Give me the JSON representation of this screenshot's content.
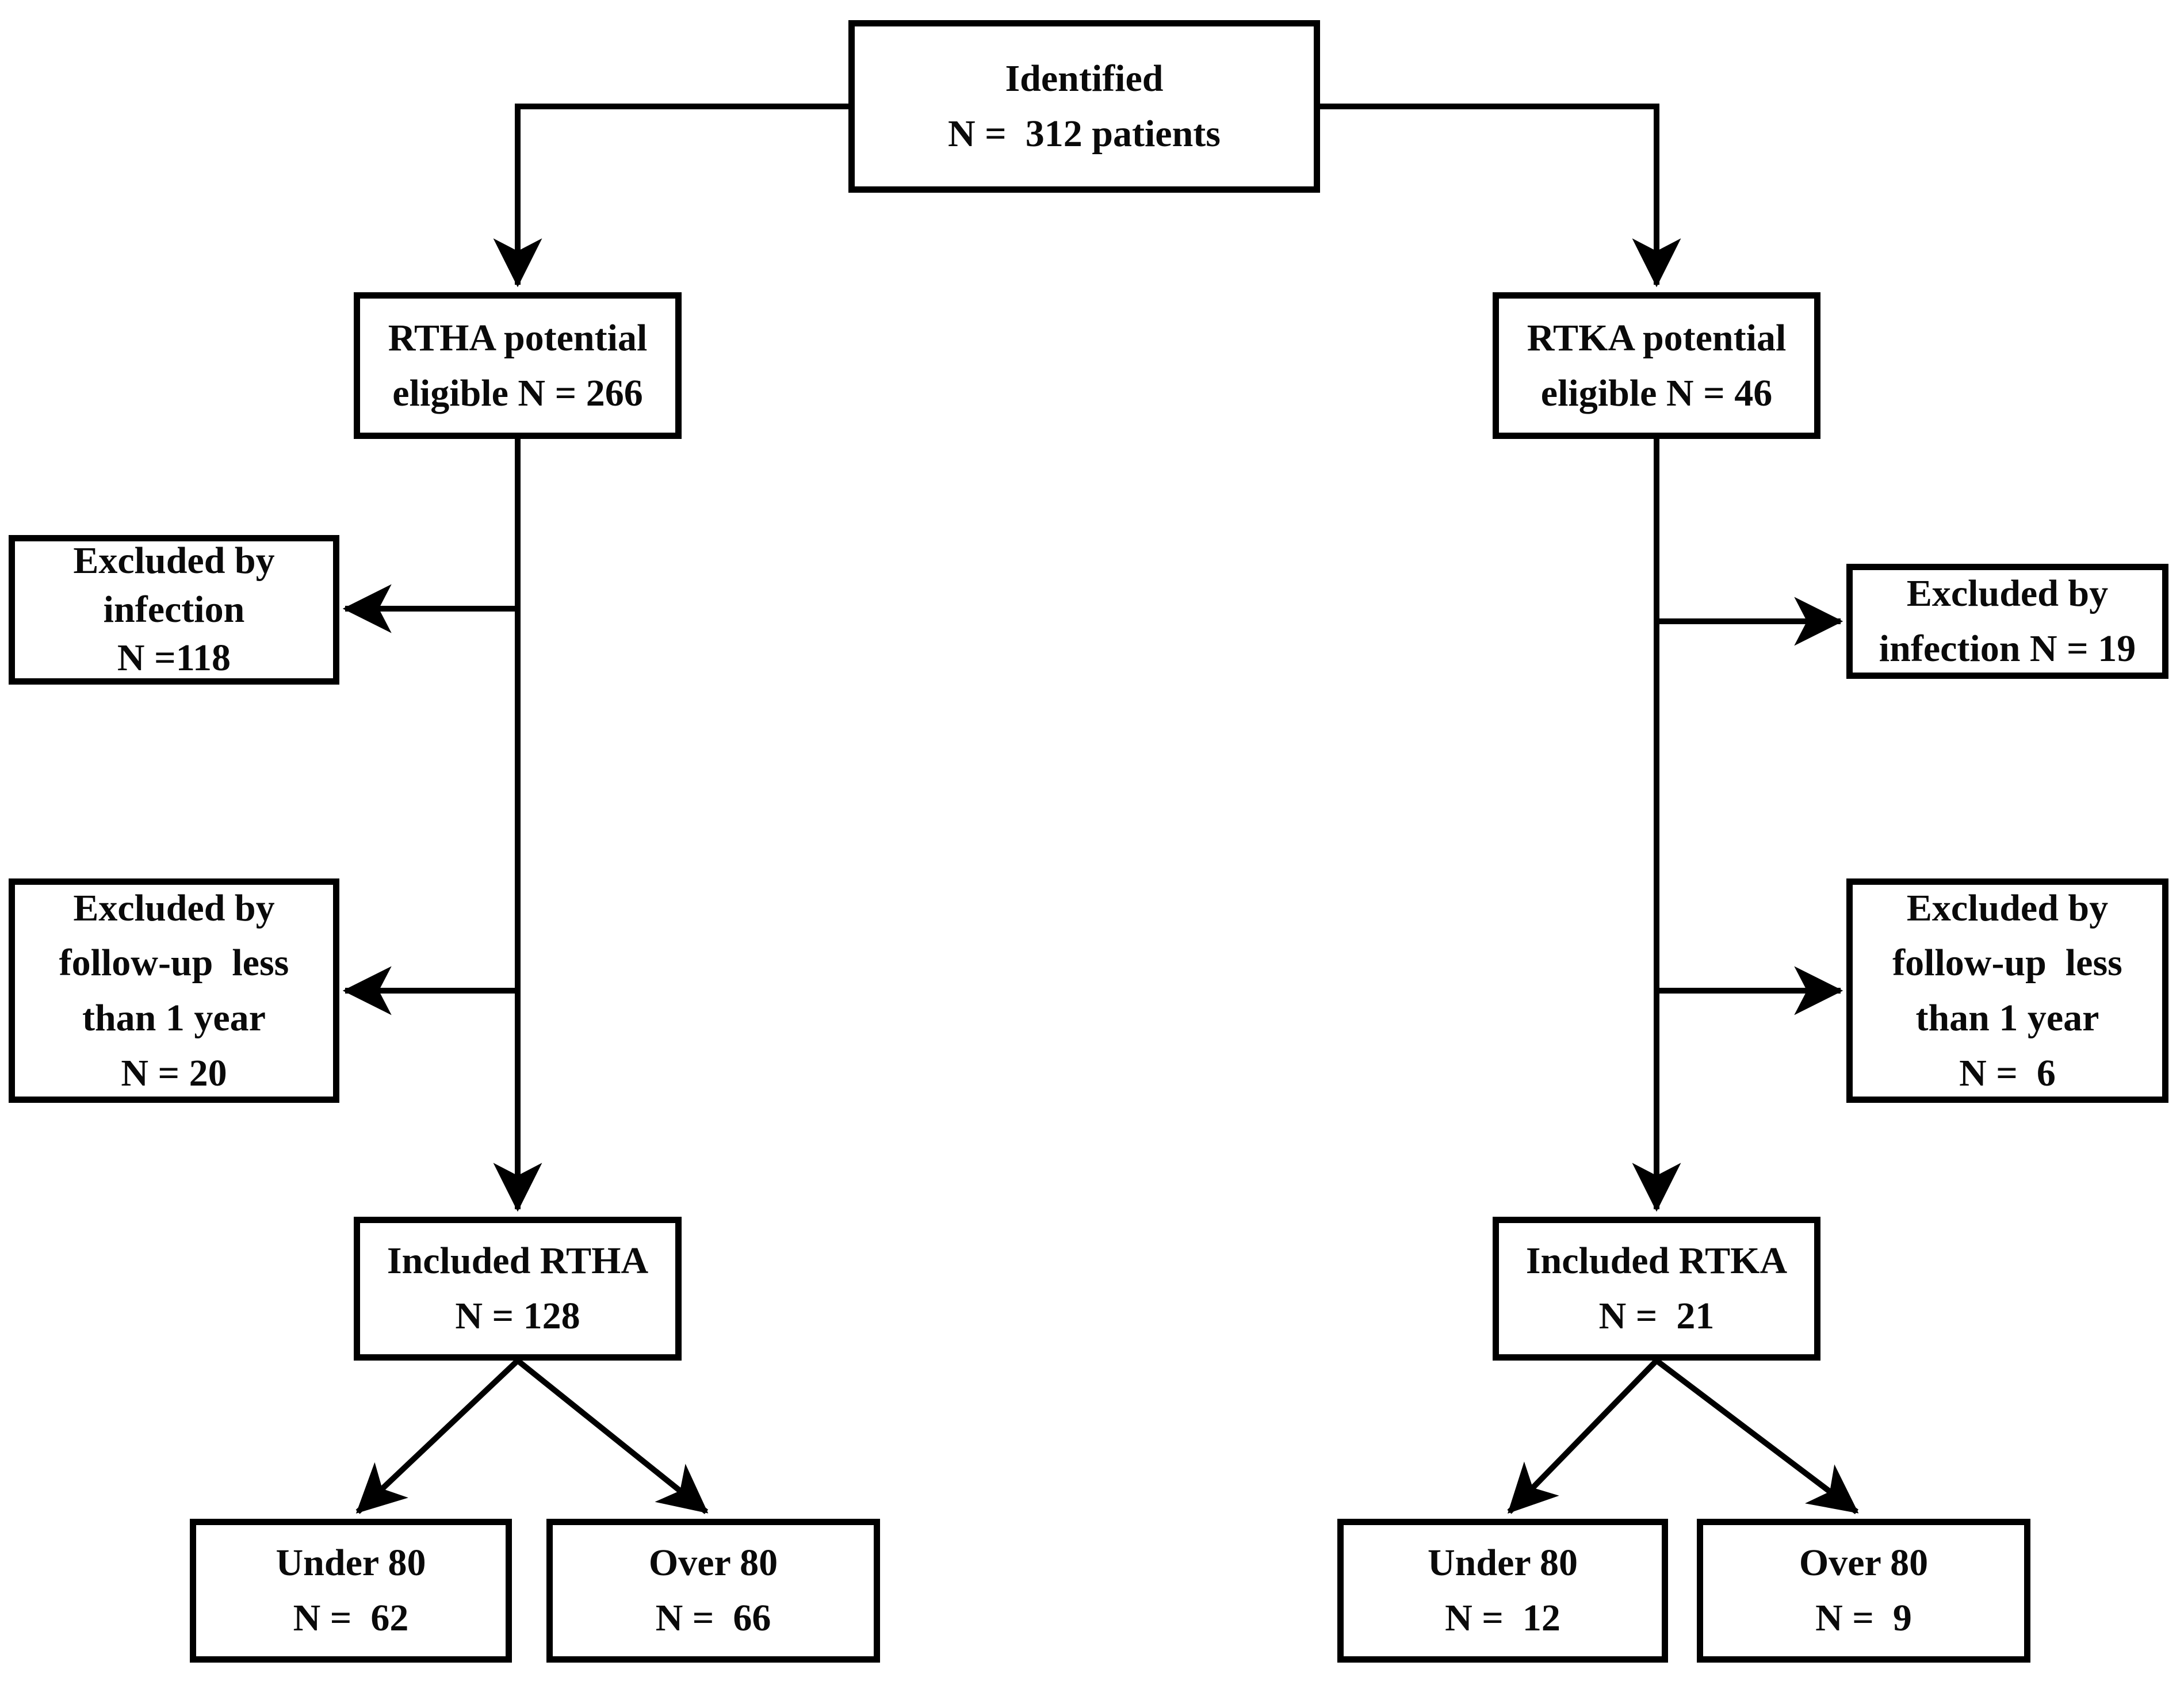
{
  "figure": {
    "type": "flowchart",
    "colors": {
      "background": "#ffffff",
      "box_fill": "#ffffff",
      "box_border": "#000000",
      "line": "#000000",
      "text": "#0a0a0a"
    },
    "boxes": {
      "identified": {
        "lines": [
          "Identified",
          "N =  312 patients"
        ]
      },
      "rtha_eligible": {
        "lines": [
          "RTHA potential",
          "eligible N = 266"
        ]
      },
      "rtka_eligible": {
        "lines": [
          "RTKA potential",
          "eligible N = 46"
        ]
      },
      "excluded_infection_left": {
        "lines": [
          "Excluded by",
          "infection",
          "N =118"
        ]
      },
      "excluded_infection_right": {
        "lines": [
          "Excluded by",
          "infection N = 19"
        ]
      },
      "excluded_followup_left": {
        "lines": [
          "Excluded by",
          "follow-up  less",
          "than 1 year",
          "N = 20"
        ]
      },
      "excluded_followup_right": {
        "lines": [
          "Excluded by",
          "follow-up  less",
          "than 1 year",
          "N =  6"
        ]
      },
      "included_rtha": {
        "lines": [
          "Included RTHA",
          "N = 128"
        ]
      },
      "included_rtka": {
        "lines": [
          "Included RTKA",
          "N =  21"
        ]
      },
      "under80_rtha": {
        "lines": [
          "Under 80",
          "N =  62"
        ]
      },
      "over80_rtha": {
        "lines": [
          "Over 80",
          "N =  66"
        ]
      },
      "under80_rtka": {
        "lines": [
          "Under 80",
          "N =  12"
        ]
      },
      "over80_rtka": {
        "lines": [
          "Over 80",
          "N =  9"
        ]
      }
    }
  }
}
